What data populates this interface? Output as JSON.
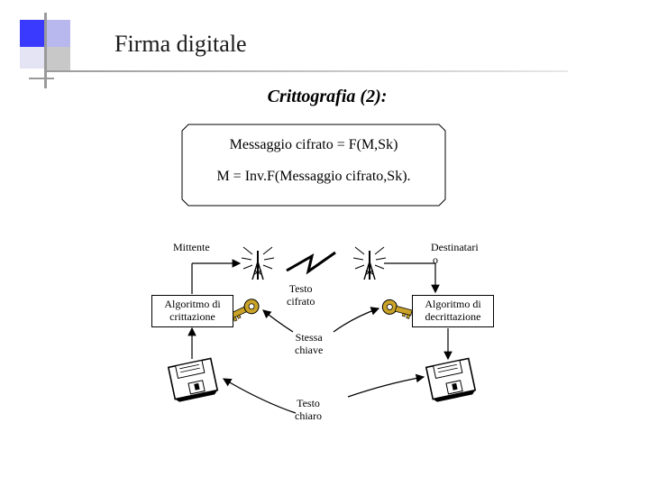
{
  "slide": {
    "title": "Firma digitale",
    "subtitle": "Crittografia (2):"
  },
  "formulas": {
    "line1": "Messaggio cifrato = F(M,Sk)",
    "line2": "M = Inv.F(Messaggio cifrato,Sk)."
  },
  "diagram": {
    "sender_label": "Mittente",
    "receiver_label_1": "Destinatari",
    "receiver_label_2": "o",
    "encrypt_box_line1": "Algoritmo di",
    "encrypt_box_line2": "crittazione",
    "decrypt_box_line1": "Algoritmo di",
    "decrypt_box_line2": "decrittazione",
    "ciphertext_line1": "Testo",
    "ciphertext_line2": "cifrato",
    "key_line1": "Stessa",
    "key_line2": "chiave",
    "plaintext_line1": "Testo",
    "plaintext_line2": "chiaro"
  },
  "icons": [
    "antenna-icon",
    "lightning-icon",
    "key-icon",
    "floppy-disk-icon"
  ],
  "colors": {
    "accent_blue": "#3a3aff",
    "deco_gray": "#c8c8c8",
    "key_gold": "#c9a227"
  }
}
